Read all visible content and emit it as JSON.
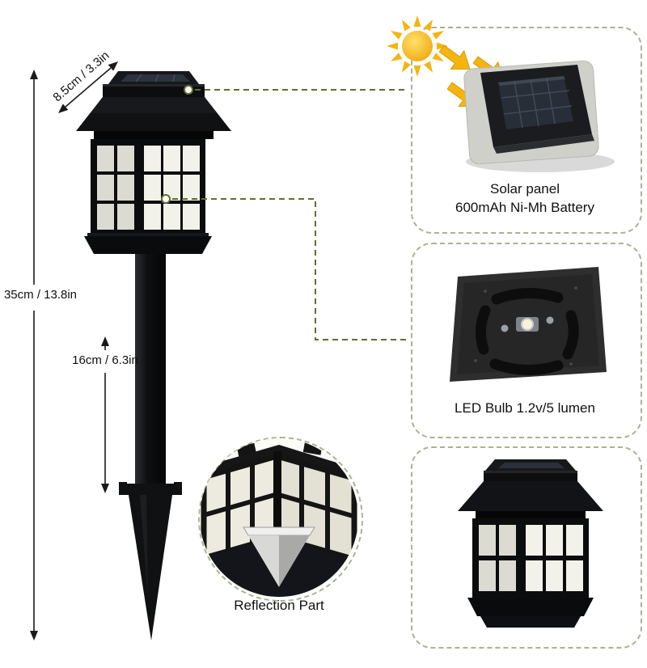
{
  "dimensions": {
    "cap_width": "8.5cm / 3.3in",
    "total_height": "35cm / 13.8in",
    "stake_length": "16cm / 6.3in"
  },
  "callouts": {
    "solar": {
      "line1": "Solar panel",
      "line2": "600mAh Ni-Mh Battery"
    },
    "led": {
      "label": "LED Bulb 1.2v/5 lumen"
    },
    "reflection": {
      "label": "Reflection Part"
    }
  },
  "icons": {
    "sun": "sun-icon",
    "charge_arrows": "charge-arrow-icon"
  },
  "colors": {
    "background": "#ffffff",
    "callout_border": "#a9b391",
    "connector": "#5f7033",
    "dimension_line": "#1a1a1a",
    "sun_yellow": "#f5b511",
    "lamp_body": "#101113",
    "window_pane": "#f2f1ea"
  }
}
